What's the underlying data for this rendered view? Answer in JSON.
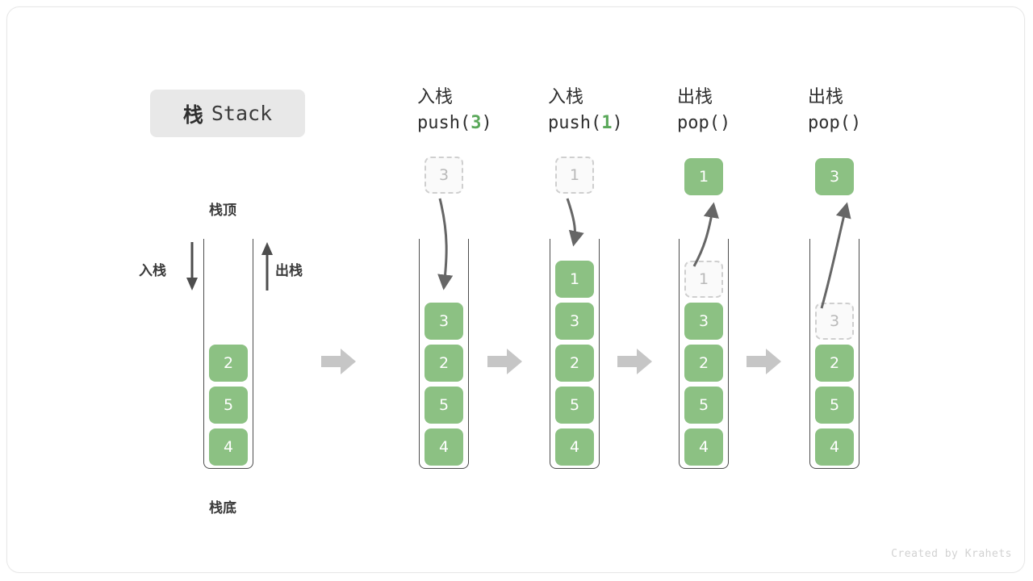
{
  "title": {
    "cn": "栈",
    "en": "Stack"
  },
  "credit": "Created by Krahets",
  "main_stack": {
    "top_label": "栈顶",
    "bottom_label": "栈底",
    "push_label": "入栈",
    "pop_label": "出栈",
    "items": [
      "2",
      "5",
      "4"
    ]
  },
  "colors": {
    "element_green": "#8cc183",
    "accent_green": "#5aa85a",
    "ghost_fill": "#fafafa",
    "ghost_border": "#cfcfcf",
    "ghost_text": "#b9b9b9",
    "container_stroke": "#4d4d4d",
    "arrow_gray": "#666666",
    "separator_gray": "#c6c6c6",
    "badge_bg": "#e8e8e8",
    "text_dark": "#2f2f2f"
  },
  "steps": [
    {
      "id": "push-3",
      "header_cn": "入栈",
      "code_prefix": "push(",
      "code_arg": "3",
      "code_suffix": ")",
      "incoming": "3",
      "stack_items": [
        "3",
        "2",
        "5",
        "4"
      ],
      "ghost_index": -1,
      "floating": null
    },
    {
      "id": "push-1",
      "header_cn": "入栈",
      "code_prefix": "push(",
      "code_arg": "1",
      "code_suffix": ")",
      "incoming": "1",
      "stack_items": [
        "1",
        "3",
        "2",
        "5",
        "4"
      ],
      "ghost_index": -1,
      "floating": null
    },
    {
      "id": "pop-1",
      "header_cn": "出栈",
      "code_prefix": "pop(",
      "code_arg": "",
      "code_suffix": ")",
      "incoming": null,
      "stack_items": [
        "1",
        "3",
        "2",
        "5",
        "4"
      ],
      "ghost_index": 0,
      "floating": "1"
    },
    {
      "id": "pop-3",
      "header_cn": "出栈",
      "code_prefix": "pop(",
      "code_arg": "",
      "code_suffix": ")",
      "incoming": null,
      "stack_items": [
        "3",
        "2",
        "5",
        "4"
      ],
      "ghost_index": 0,
      "floating": "3"
    }
  ],
  "separators": {
    "glyph": "arrow-right",
    "count": 4
  }
}
